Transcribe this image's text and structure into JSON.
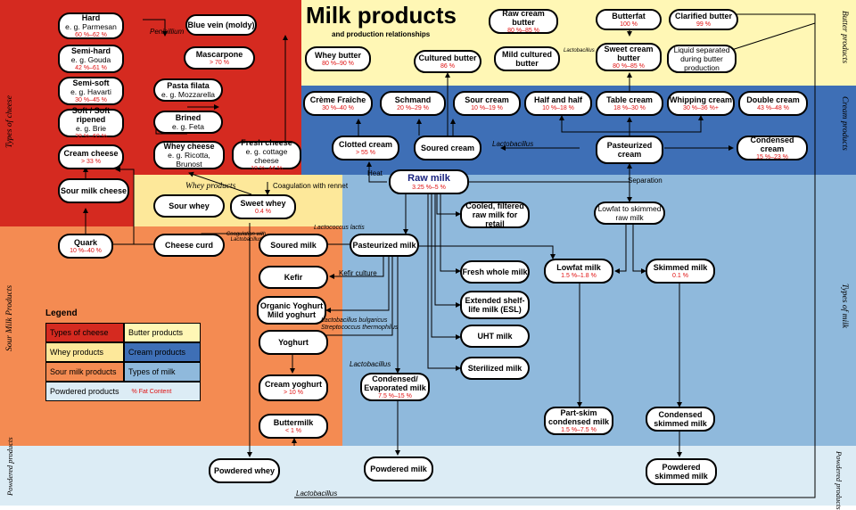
{
  "title": "Milk products",
  "subtitle": "and production relationships",
  "colors": {
    "cheese": "#d52a20",
    "whey": "#fde89a",
    "sour": "#f48b52",
    "butter": "#fff7b5",
    "cream": "#3e6fb6",
    "milk": "#8fb9dc",
    "powder": "#dcecf5"
  },
  "regions": {
    "butter": "Butter products",
    "cream": "Cream products",
    "cheese": "Types of cheese",
    "milk": "Types of milk",
    "sour": "Sour Milk Products",
    "powdered": "Powdered products",
    "whey": "Whey products"
  },
  "legend": {
    "title": "Legend",
    "cheese": "Types of cheese",
    "butter": "Butter products",
    "whey": "Whey products",
    "cream": "Cream products",
    "sour": "Sour milk products",
    "milk": "Types of milk",
    "powder": "Powdered products",
    "fat": "% Fat Content"
  },
  "nodes": {
    "hard": {
      "name": "Hard",
      "sub": "e. g. Parmesan",
      "pct": "60 %–62 %"
    },
    "bluevein": {
      "name": "Blue vein (moldy)"
    },
    "semihard": {
      "name": "Semi-hard",
      "sub": "e. g. Gouda",
      "pct": "42 %–61 %"
    },
    "mascarpone": {
      "name": "Mascarpone",
      "pct": "> 70 %"
    },
    "wheybutter": {
      "name": "Whey butter",
      "pct": "80 %–90 %"
    },
    "semisoft": {
      "name": "Semi-soft",
      "sub": "e. g. Havarti",
      "pct": "30 %–45 %"
    },
    "pastafilata": {
      "name": "Pasta filata",
      "sub": "e. g. Mozzarella"
    },
    "softripened": {
      "name": "Soft / Soft ripened",
      "sub": "e. g. Brie",
      "pct": "38 %–60 %"
    },
    "brined": {
      "name": "Brined",
      "sub": "e. g. Feta"
    },
    "creamcheese": {
      "name": "Cream cheese",
      "pct": "> 33 %"
    },
    "wheycheese": {
      "name": "Whey cheese",
      "sub": "e. g. Ricotta, Brunost"
    },
    "freshcheese": {
      "name": "Fresh cheese",
      "sub": "e. g. cottage cheese",
      "pct": "18 %–44 %"
    },
    "sourmilkcheese": {
      "name": "Sour milk cheese"
    },
    "sourwhey": {
      "name": "Sour whey"
    },
    "sweetwhey": {
      "name": "Sweet whey",
      "pct": "0.4 %"
    },
    "quark": {
      "name": "Quark",
      "pct": "10 %–40 %"
    },
    "cheesecurd": {
      "name": "Cheese curd"
    },
    "rawcreambutter": {
      "name": "Raw cream butter",
      "pct": "80 %–85 %"
    },
    "butterfat": {
      "name": "Butterfat",
      "pct": "100 %"
    },
    "clarifiedbutter": {
      "name": "Clarified butter",
      "pct": "99 %"
    },
    "culturedbutter": {
      "name": "Cultured butter",
      "pct": "86 %"
    },
    "mildculturedbutter": {
      "name": "Mild cultured butter"
    },
    "sweetcreambutter": {
      "name": "Sweet cream butter",
      "pct": "80 %–85 %"
    },
    "liquidseparated": {
      "name": "Liquid separated during butter production"
    },
    "cremefraiche": {
      "name": "Crème Fraîche",
      "pct": "30 %–40 %"
    },
    "schmand": {
      "name": "Schmand",
      "pct": "20 %–29 %"
    },
    "sourcream": {
      "name": "Sour cream",
      "pct": "10 %–19 %"
    },
    "halfandhalf": {
      "name": "Half and half",
      "pct": "10 %–18 %"
    },
    "tablecream": {
      "name": "Table cream",
      "pct": "18 %–30 %"
    },
    "whippingcream": {
      "name": "Whipping cream",
      "pct": "30 %–36 %+"
    },
    "doublecream": {
      "name": "Double cream",
      "pct": "43 %–48 %"
    },
    "clottedcream": {
      "name": "Clotted cream",
      "pct": "> 55 %"
    },
    "souredcream": {
      "name": "Soured cream"
    },
    "pasteurizedcream": {
      "name": "Pasteurized cream"
    },
    "condensedcream": {
      "name": "Condensed cream",
      "pct": "15 %–23 %"
    },
    "rawmilk": {
      "name": "Raw milk",
      "pct": "3.25 %–5 %"
    },
    "cooledmilk": {
      "name": "Cooled, filtered raw milk for retail"
    },
    "lowfatskimmedraw": {
      "name": "Lowfat to skimmed raw milk"
    },
    "souredmilk": {
      "name": "Soured milk"
    },
    "pasteurizedmilk": {
      "name": "Pasteurized milk"
    },
    "kefir": {
      "name": "Kefir"
    },
    "freshwholemilk": {
      "name": "Fresh whole milk"
    },
    "lowfatmilk": {
      "name": "Lowfat milk",
      "pct": "1.5 %–1.8 %"
    },
    "skimmedmilk": {
      "name": "Skimmed milk",
      "pct": "0.1 %"
    },
    "organicyoghurt": {
      "name": "Organic Yoghurt Mild yoghurt"
    },
    "esl": {
      "name": "Extended shelf-life milk (ESL)"
    },
    "yoghurt": {
      "name": "Yoghurt"
    },
    "uht": {
      "name": "UHT milk"
    },
    "sterilized": {
      "name": "Sterilized milk"
    },
    "creamyoghurt": {
      "name": "Cream yoghurt",
      "pct": "> 10 %"
    },
    "condensedevap": {
      "name": "Condensed/ Evaporated milk",
      "pct": "7.5 %–15 %"
    },
    "partskim": {
      "name": "Part-skim condensed milk",
      "pct": "1.5 %–7.5 %"
    },
    "condensedskimmed": {
      "name": "Condensed skimmed milk"
    },
    "buttermilk": {
      "name": "Buttermilk",
      "pct": "< 1 %"
    },
    "powderedwhey": {
      "name": "Powdered whey"
    },
    "powderedmilk": {
      "name": "Powdered milk"
    },
    "powderedskimmed": {
      "name": "Powdered skimmed milk"
    }
  },
  "edge_labels": {
    "penicillium": "Penicillium",
    "lactobacillus_butter": "Lactobacillus",
    "lactobacillus_cream": "Lactobacillus",
    "heat": "Heat",
    "coagulation_rennet": "Coagulation with rennet",
    "separation": "Separation",
    "lactococcus": "Lactococcus lactis",
    "coagulation_lacto": "Coagulation with Lactobacillus",
    "kefir_culture": "Kefir culture",
    "lacto_bulgaricus": "Lactobacillus bulgaricus",
    "strepto": "Streptococcus thermophilus",
    "lactobacillus_yog": "Lactobacillus",
    "lactobacillus_bottom": "Lactobacillus"
  }
}
